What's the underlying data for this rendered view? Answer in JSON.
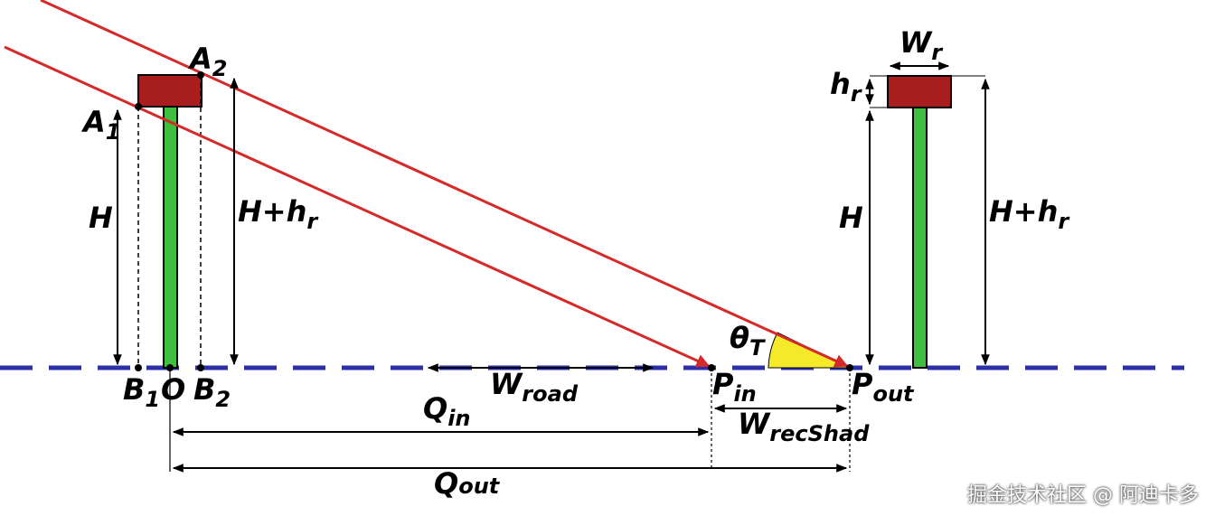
{
  "diagram": {
    "colors": {
      "ground": "#2b2fa8",
      "ray": "#d42a2a",
      "pole": "#3fbf3f",
      "roof": "#a81e1e",
      "angle": "#f5ea2a",
      "measure": "#000000"
    },
    "labels": {
      "A2": {
        "base": "A",
        "sub": "2"
      },
      "A1": {
        "base": "A",
        "sub": "1"
      },
      "H_left": {
        "base": "H",
        "sub": ""
      },
      "H_plus_hr_left": {
        "base": "H+h",
        "sub": "r"
      },
      "B1": {
        "base": "B",
        "sub": "1"
      },
      "O": {
        "base": "O",
        "sub": ""
      },
      "B2": {
        "base": "B",
        "sub": "2"
      },
      "W_road": {
        "base": "W",
        "sub": "road"
      },
      "Q_in": {
        "base": "Q",
        "sub": "in"
      },
      "Q_out": {
        "base": "Q",
        "sub": "out"
      },
      "theta_T": {
        "base": "θ",
        "sub": "T"
      },
      "P_in": {
        "base": "P",
        "sub": "in"
      },
      "P_out": {
        "base": "P",
        "sub": "out"
      },
      "W_recShad": {
        "base": "W",
        "sub": "recShad"
      },
      "W_r": {
        "base": "W",
        "sub": "r"
      },
      "h_r": {
        "base": "h",
        "sub": "r"
      },
      "H_right": {
        "base": "H",
        "sub": ""
      },
      "H_plus_hr_right": {
        "base": "H+h",
        "sub": "r"
      }
    }
  },
  "watermark": "掘金技术社区 @ 阿迪卡多"
}
